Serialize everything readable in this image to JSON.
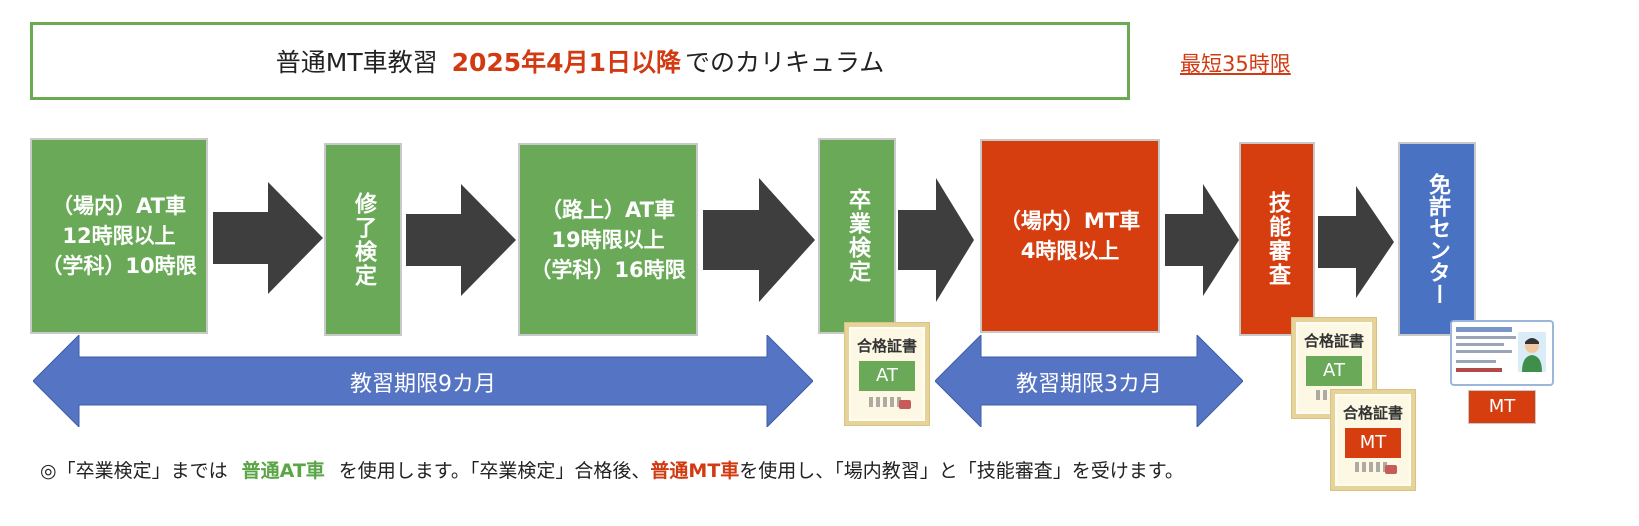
{
  "title": {
    "prefix": "普通MT車教習",
    "highlight": "2025年4月1日以降",
    "suffix": "でのカリキュラム"
  },
  "shortest": "最短35時限",
  "steps": [
    {
      "lines": [
        "（場内）AT車",
        "12時限以上",
        "（学科）10時限"
      ]
    },
    {
      "label": "修了検定"
    },
    {
      "lines": [
        "（路上）AT車",
        "19時限以上",
        "（学科）16時限"
      ]
    },
    {
      "label": "卒業検定"
    },
    {
      "lines": [
        "（場内）MT車",
        "4時限以上"
      ]
    },
    {
      "label": "技能審査"
    },
    {
      "label": "免許センター"
    }
  ],
  "periods": [
    {
      "label": "教習期限9カ月"
    },
    {
      "label": "教習期限3カ月"
    }
  ],
  "certificates": [
    {
      "title": "合格証書",
      "type": "AT"
    },
    {
      "title": "合格証書",
      "type": "AT"
    },
    {
      "title": "合格証書",
      "type": "MT"
    }
  ],
  "license_tag": "MT",
  "footnote": {
    "part1": "◎「卒業検定」までは",
    "green": "普通AT車",
    "part2": "を使用します。「卒業検定」合格後、",
    "red": "普通MT車",
    "part3": "を使用し、「場内教習」と「技能審査」を受けます。"
  },
  "colors": {
    "green": "#69a957",
    "red": "#d63e10",
    "blue": "#4a72c3",
    "arrow": "#3e3e3e",
    "period": "#5575c4"
  },
  "icons": [
    "right-arrow-icon",
    "double-arrow-icon",
    "certificate-icon",
    "license-card-icon",
    "person-icon"
  ]
}
